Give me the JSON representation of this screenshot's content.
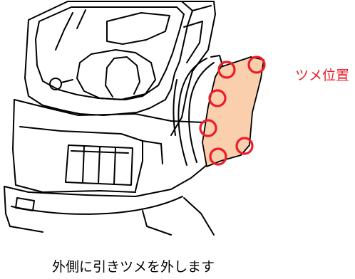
{
  "labels": {
    "claw_position": "ツメ位置",
    "caption": "外側に引きツメを外します"
  },
  "colors": {
    "outline": "#000000",
    "part_fill": "#f9cfae",
    "marker": "#ee1c25",
    "claw_label": "#ee1c25",
    "caption": "#000000"
  },
  "icons": {
    "claw_markers": "red-circle-outline"
  },
  "claw_marker_count": 6
}
